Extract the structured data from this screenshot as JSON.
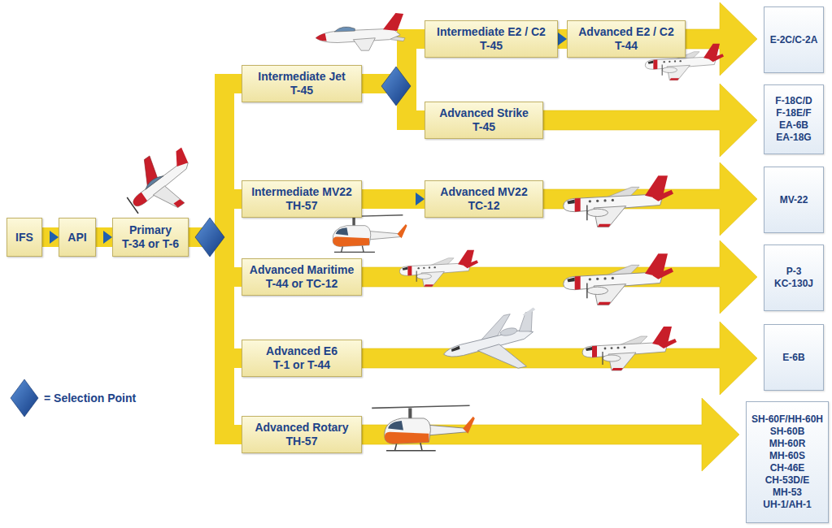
{
  "diagram": {
    "nodes": [
      {
        "text": [
          "IFS"
        ]
      },
      {
        "text": [
          "API"
        ]
      },
      {
        "text": [
          "Primary",
          "T-34 or T-6"
        ]
      },
      {
        "text": [
          "Intermediate Jet",
          "T-45"
        ]
      },
      {
        "text": [
          "Intermediate E2 / C2",
          "T-45"
        ]
      },
      {
        "text": [
          "Advanced E2 / C2",
          "T-44"
        ]
      },
      {
        "text": [
          "E-2C/C-2A"
        ]
      },
      {
        "text": [
          "Advanced Strike",
          "T-45"
        ]
      },
      {
        "text": [
          "F-18C/D",
          "F-18E/F",
          "EA-6B",
          "EA-18G"
        ]
      },
      {
        "text": [
          "Intermediate MV22",
          "TH-57"
        ]
      },
      {
        "text": [
          "Advanced MV22",
          "TC-12"
        ]
      },
      {
        "text": [
          "MV-22"
        ]
      },
      {
        "text": [
          "Advanced Maritime",
          "T-44 or TC-12"
        ]
      },
      {
        "text": [
          "P-3",
          "KC-130J"
        ]
      },
      {
        "text": [
          "Advanced E6",
          "T-1 or T-44"
        ]
      },
      {
        "text": [
          "E-6B"
        ]
      },
      {
        "text": [
          "Advanced Rotary",
          "TH-57"
        ]
      },
      {
        "text": [
          "SH-60F/HH-60H",
          "SH-60B",
          "MH-60R",
          "MH-60S",
          "CH-46E",
          "CH-53D/E",
          "MH-53",
          "UH-1/AH-1"
        ]
      }
    ],
    "edges": [
      {
        "from": 0,
        "to": 1,
        "arrow": "to"
      },
      {
        "from": 1,
        "to": 2,
        "arrow": "to"
      },
      {
        "from": 2,
        "to": 3,
        "arrow": "none"
      },
      {
        "from": 2,
        "to": 9,
        "arrow": "none"
      },
      {
        "from": 2,
        "to": 12,
        "arrow": "none"
      },
      {
        "from": 2,
        "to": 14,
        "arrow": "none"
      },
      {
        "from": 2,
        "to": 16,
        "arrow": "none"
      },
      {
        "from": 3,
        "to": 4,
        "arrow": "none"
      },
      {
        "from": 3,
        "to": 7,
        "arrow": "none"
      },
      {
        "from": 4,
        "to": 5,
        "arrow": "to"
      },
      {
        "from": 5,
        "to": 6,
        "arrow": "to"
      },
      {
        "from": 7,
        "to": 8,
        "arrow": "to"
      },
      {
        "from": 9,
        "to": 10,
        "arrow": "to"
      },
      {
        "from": 10,
        "to": 11,
        "arrow": "to"
      },
      {
        "from": 12,
        "to": 13,
        "arrow": "to"
      },
      {
        "from": 14,
        "to": 15,
        "arrow": "to"
      },
      {
        "from": 16,
        "to": 17,
        "arrow": "to"
      }
    ],
    "legend": [
      {
        "text": "= Selection Point"
      }
    ]
  }
}
